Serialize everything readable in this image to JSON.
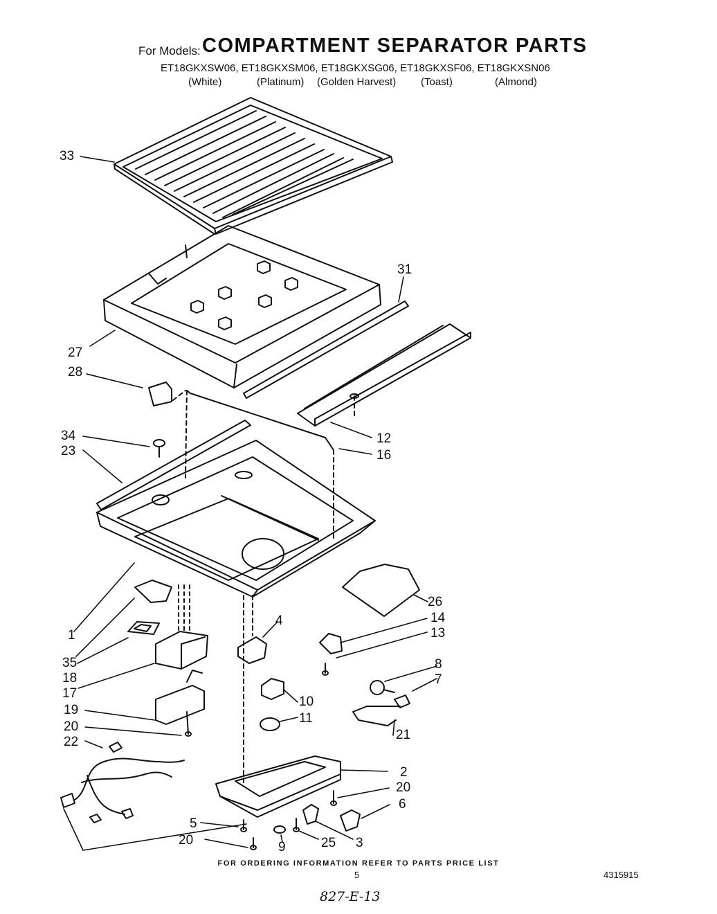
{
  "header": {
    "for_models": "For Models:",
    "title": "COMPARTMENT SEPARATOR PARTS",
    "models": "ET18GKXSW06, ET18GKXSM06, ET18GKXSG06, ET18GKXSF06, ET18GKXSN06",
    "colors": [
      "(White)",
      "(Platinum)",
      "(Golden Harvest)",
      "(Toast)",
      "(Almond)"
    ]
  },
  "callouts": [
    "33",
    "31",
    "27",
    "28",
    "12",
    "34",
    "16",
    "23",
    "26",
    "14",
    "4",
    "13",
    "1",
    "35",
    "18",
    "8",
    "7",
    "17",
    "10",
    "11",
    "19",
    "20",
    "22",
    "21",
    "2",
    "20",
    "6",
    "5",
    "20",
    "9",
    "25",
    "3"
  ],
  "footer": {
    "ordering_note": "FOR ORDERING INFORMATION REFER TO PARTS PRICE LIST",
    "page_number": "5",
    "doc_code": "4315915",
    "handwritten_ref": "827-E-13"
  }
}
